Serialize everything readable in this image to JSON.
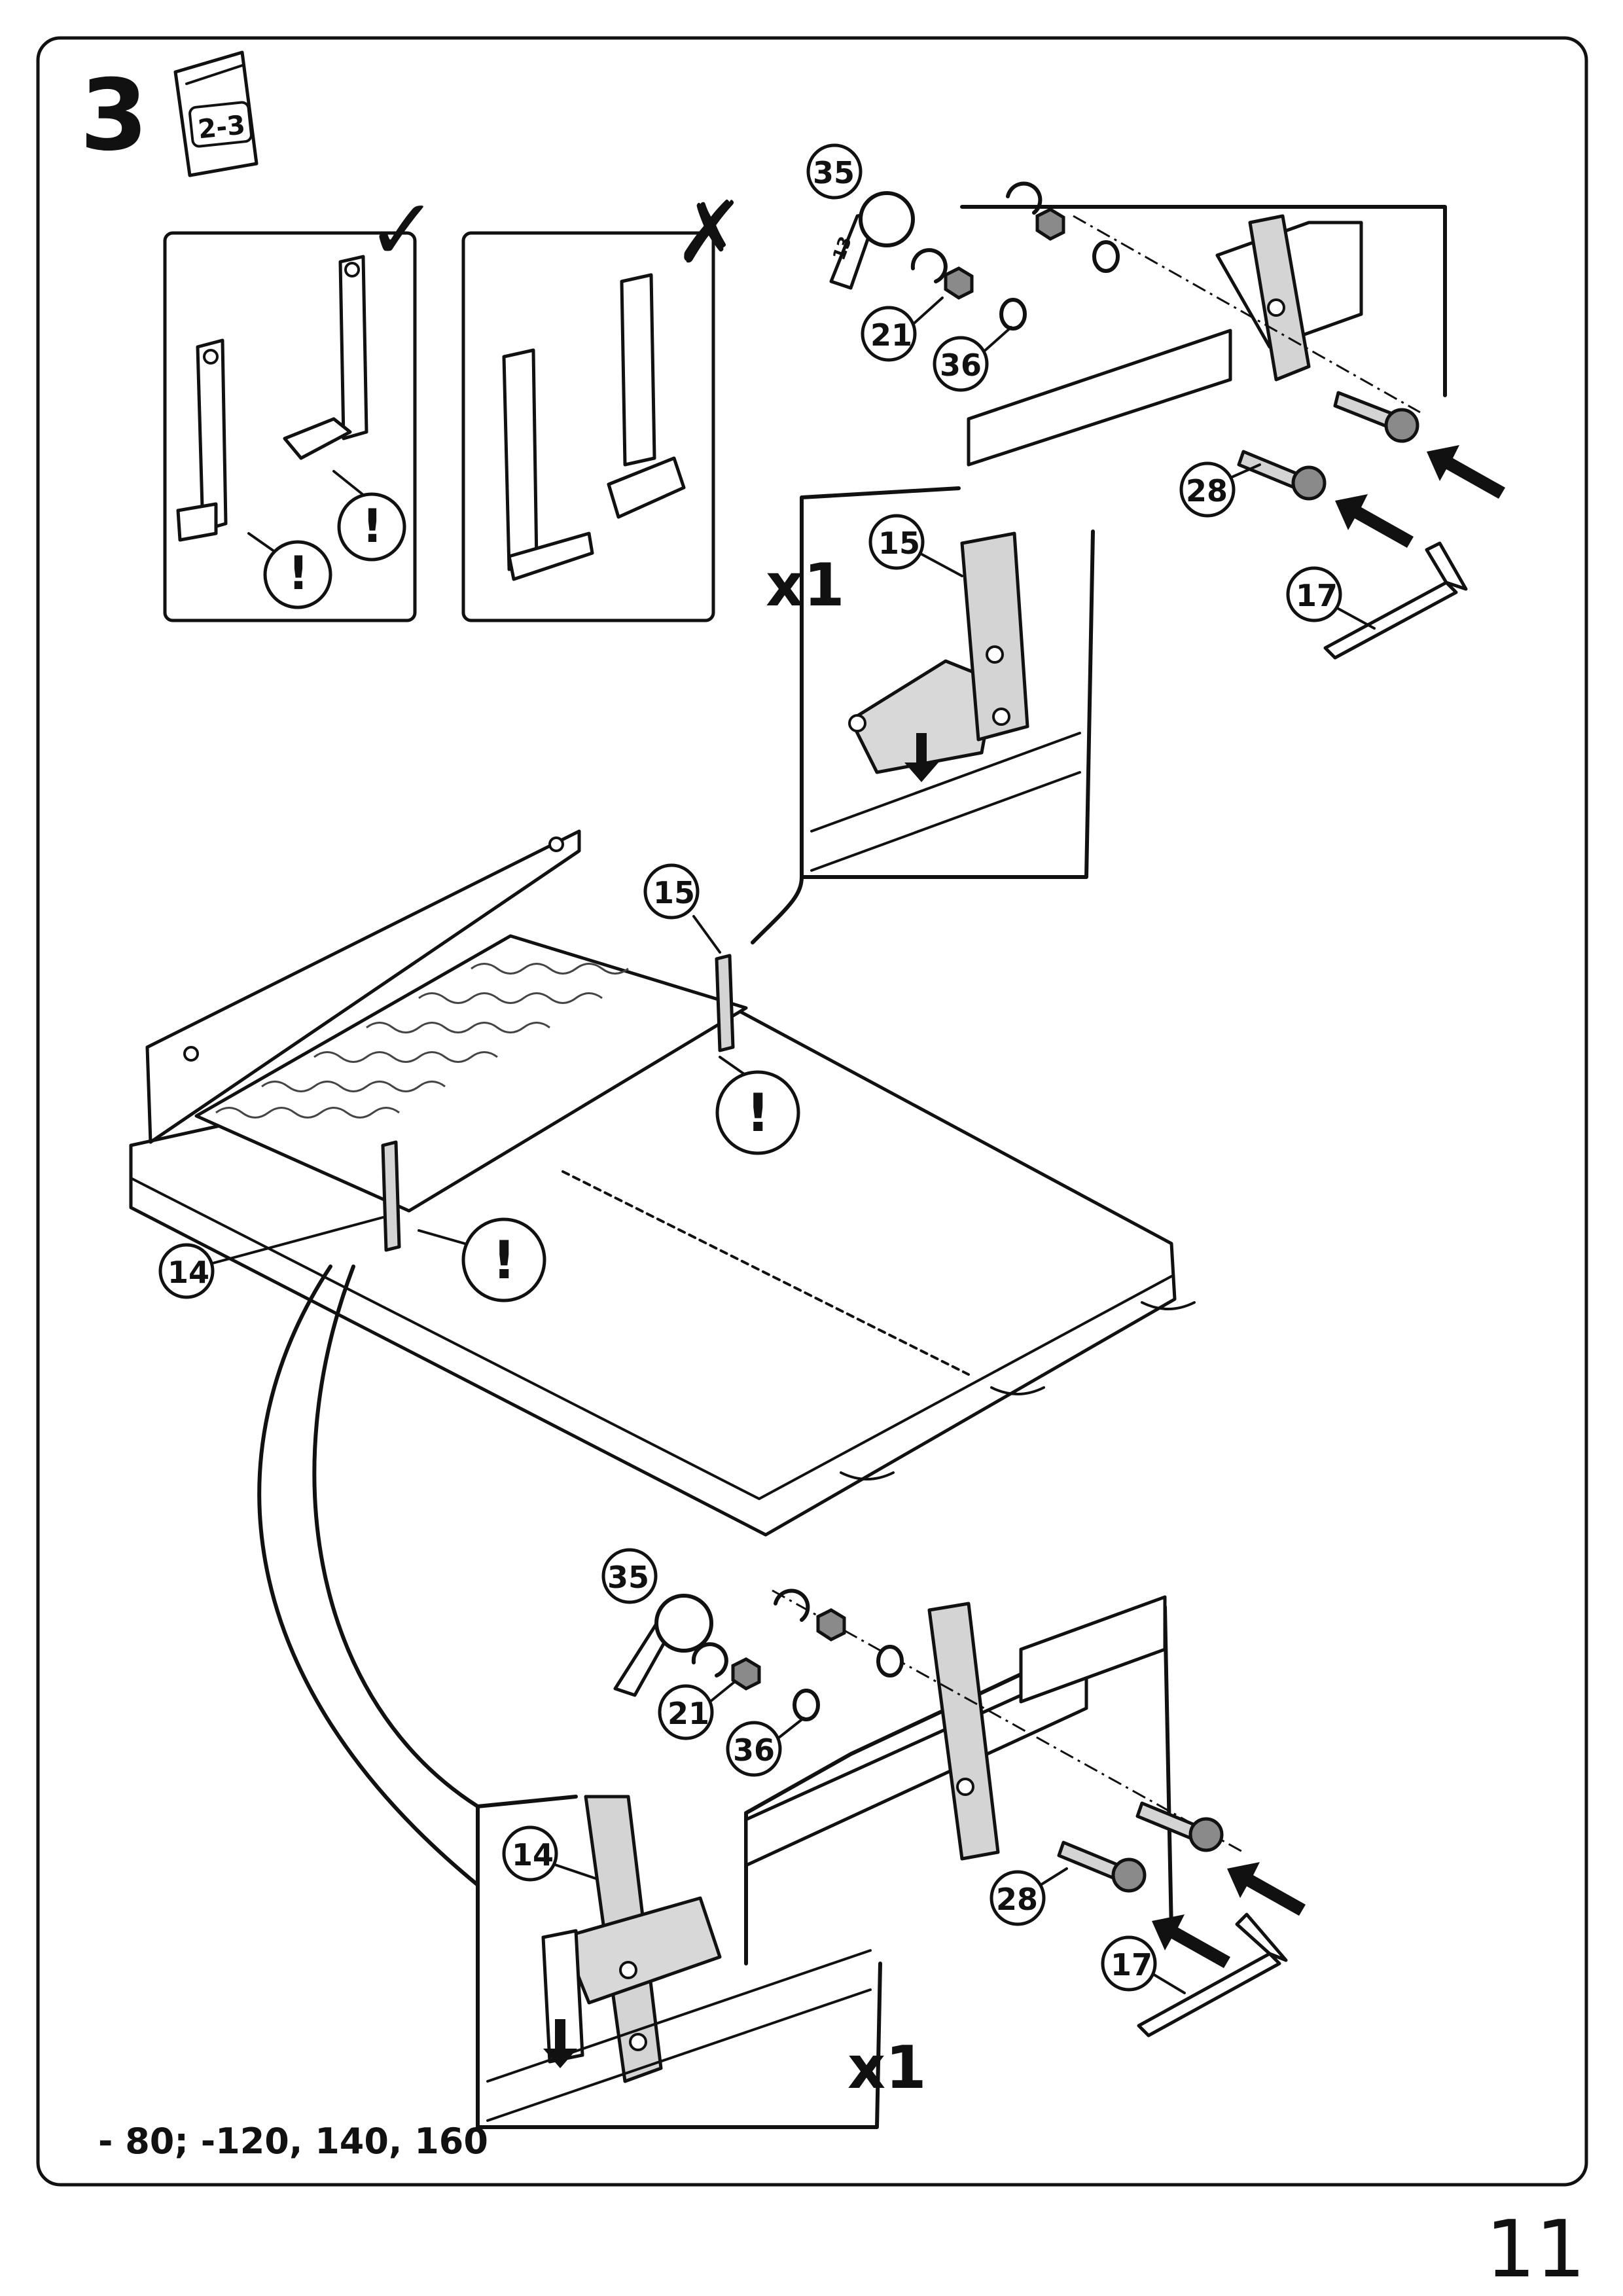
{
  "step": {
    "number": "3",
    "bag_label": "2-3"
  },
  "compare": {
    "correct_symbol": "✓",
    "wrong_symbol": "✗",
    "warning": "!"
  },
  "parts": {
    "p35": "35",
    "p21": "21",
    "p36": "36",
    "p28": "28",
    "p17": "17",
    "p15": "15",
    "p14": "14",
    "wrench_size": "13"
  },
  "quantities": {
    "top_detail": "x1",
    "bottom_detail": "x1"
  },
  "size_note": "- 80; -120, 140, 160",
  "page_number": "11"
}
